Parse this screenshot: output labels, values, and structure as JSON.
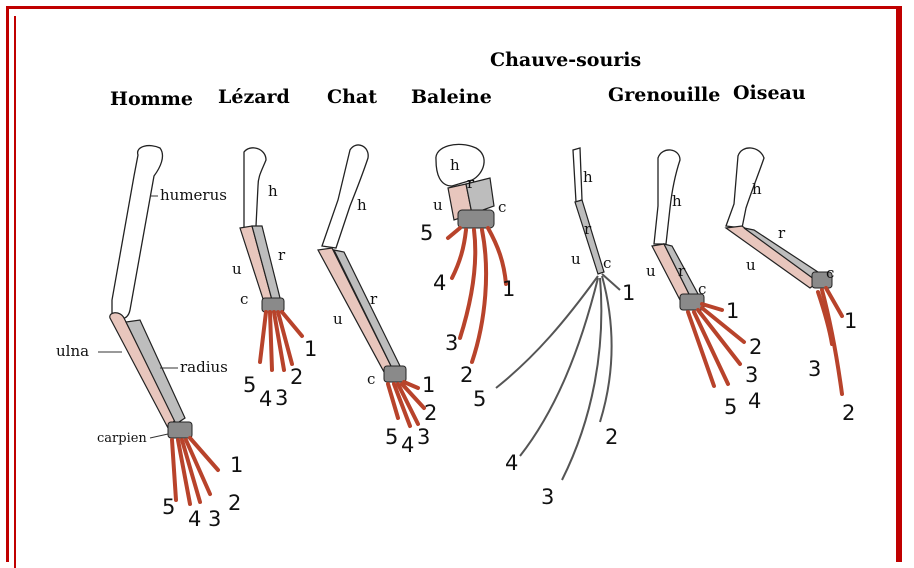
{
  "titles": {
    "homme": "Homme",
    "lezard": "Lézard",
    "chat": "Chat",
    "baleine": "Baleine",
    "chauve_souris": "Chauve-souris",
    "grenouille": "Grenouille",
    "oiseau": "Oiseau"
  },
  "labels": {
    "humerus": "humerus",
    "ulna": "ulna",
    "radius": "radius",
    "carpien": "carpien",
    "h": "h",
    "r": "r",
    "u": "u",
    "c": "c"
  },
  "digits": {
    "one": "1",
    "two": "2",
    "three": "3",
    "four": "4",
    "five": "5"
  },
  "colors": {
    "frame": "#c00000",
    "humerus": "#ffffff",
    "ulna": "#e8c6bd",
    "radius": "#bdbdbd",
    "carpals": "#8a8a8a",
    "digits": "#b8432b"
  }
}
